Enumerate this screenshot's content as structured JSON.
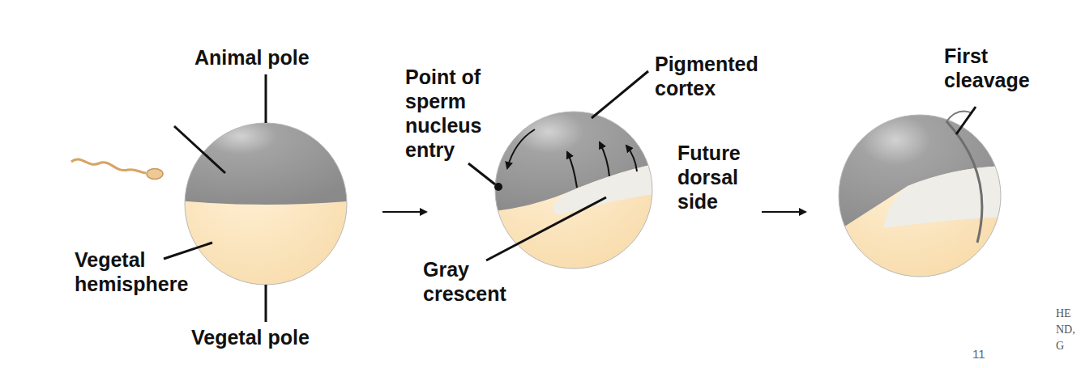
{
  "diagram": {
    "labels": [
      "Animal pole",
      "Vegetal hemisphere",
      "Vegetal pole",
      "Point of sperm nucleus entry",
      "Pigmented cortex",
      "Gray crescent",
      "Future dorsal side",
      "First cleavage",
      "11",
      "HE ND, G"
    ]
  }
}
